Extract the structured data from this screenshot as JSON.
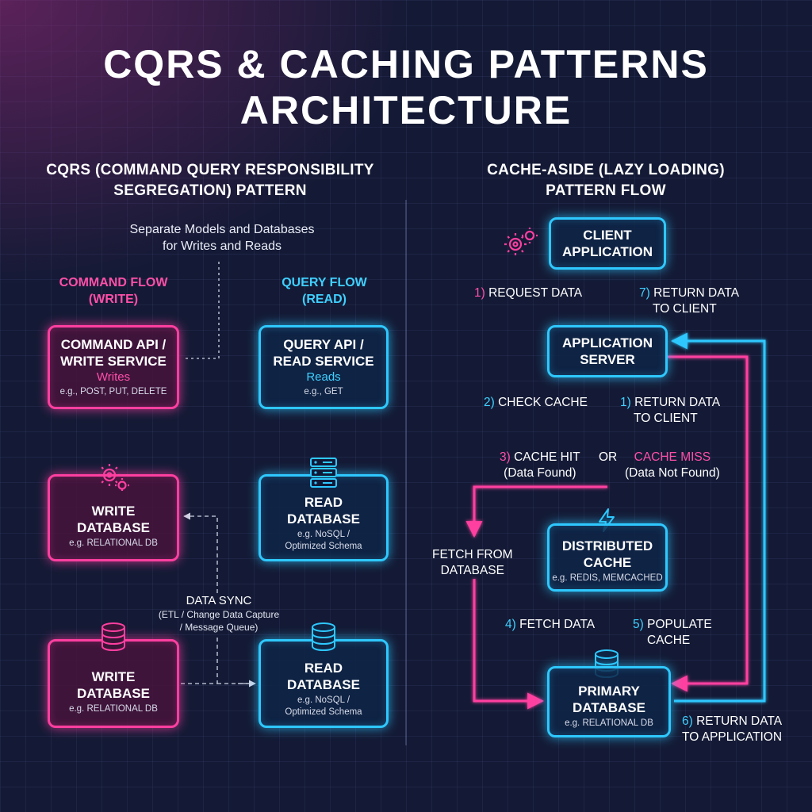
{
  "title": {
    "line1": "CQRS & CACHING PATTERNS",
    "line2": "ARCHITECTURE"
  },
  "cqrs": {
    "title_line1": "CQRS (COMMAND QUERY RESPONSIBILITY",
    "title_line2": "SEGREGATION) PATTERN",
    "note_line1": "Separate Models and Databases",
    "note_line2": "for Writes and Reads",
    "command_flow_line1": "COMMAND FLOW",
    "command_flow_line2": "(WRITE)",
    "query_flow_line1": "QUERY FLOW",
    "query_flow_line2": "(READ)",
    "command_api": {
      "line1": "COMMAND API /",
      "line2": "WRITE SERVICE",
      "sub": "Writes",
      "detail": "e.g., POST, PUT, DELETE"
    },
    "query_api": {
      "line1": "QUERY API /",
      "line2": "READ SERVICE",
      "sub": "Reads",
      "detail": "e.g., GET"
    },
    "write_db_1": {
      "line1": "WRITE",
      "line2": "DATABASE",
      "detail": "e.g. RELATIONAL DB"
    },
    "read_db_1": {
      "line1": "READ",
      "line2": "DATABASE",
      "detail_line1": "e.g. NoSQL /",
      "detail_line2": "Optimized Schema"
    },
    "write_db_2": {
      "line1": "WRITE",
      "line2": "DATABASE",
      "detail": "e.g. RELATIONAL DB"
    },
    "read_db_2": {
      "line1": "READ",
      "line2": "DATABASE",
      "detail_line1": "e.g. NoSQL /",
      "detail_line2": "Optimized Schema"
    },
    "data_sync": {
      "title": "DATA SYNC",
      "line1": "(ETL / Change Data Capture",
      "line2": "/ Message Queue)"
    }
  },
  "cache": {
    "title_line1": "CACHE-ASIDE (LAZY LOADING)",
    "title_line2": "PATTERN FLOW",
    "client": {
      "line1": "CLIENT",
      "line2": "APPLICATION"
    },
    "app_server": {
      "line1": "APPLICATION",
      "line2": "SERVER"
    },
    "dist_cache": {
      "line1": "DISTRIBUTED",
      "line2": "CACHE",
      "detail": "e.g. REDIS, MEMCACHED"
    },
    "primary_db": {
      "line1": "PRIMARY",
      "line2": "DATABASE",
      "detail": "e.g. RELATIONAL DB"
    },
    "step1_request": {
      "num": "1)",
      "text": "REQUEST DATA"
    },
    "step7_return": {
      "num": "7)",
      "line1": "RETURN DATA",
      "line2": "TO CLIENT"
    },
    "step2_check": {
      "num": "2)",
      "text": "CHECK CACHE"
    },
    "step1_return": {
      "num": "1)",
      "line1": "RETURN DATA",
      "line2": "TO CLIENT"
    },
    "step3_hit": {
      "num": "3)",
      "text": "CACHE HIT",
      "sub": "(Data Found)"
    },
    "or_text": "OR",
    "cache_miss": {
      "text": "CACHE MISS",
      "sub": "(Data Not Found)"
    },
    "fetch_from_db": {
      "line1": "FETCH FROM",
      "line2": "DATABASE"
    },
    "step4_fetch": {
      "num": "4)",
      "text": "FETCH DATA"
    },
    "step5_populate": {
      "num": "5)",
      "line1": "POPULATE",
      "line2": "CACHE"
    },
    "step6_return": {
      "num": "6)",
      "line1": "RETURN DATA",
      "line2": "TO APPLICATION"
    }
  },
  "colors": {
    "pink": "#ff3fa0",
    "cyan": "#2ec8ff",
    "background": "#141a35"
  },
  "icons": {
    "client_gear": "gears-icon",
    "write_gear": "gears-icon",
    "server_rack": "server-rack-icon",
    "database": "database-icon",
    "cache_bolt": "lightning-bolt-icon"
  }
}
